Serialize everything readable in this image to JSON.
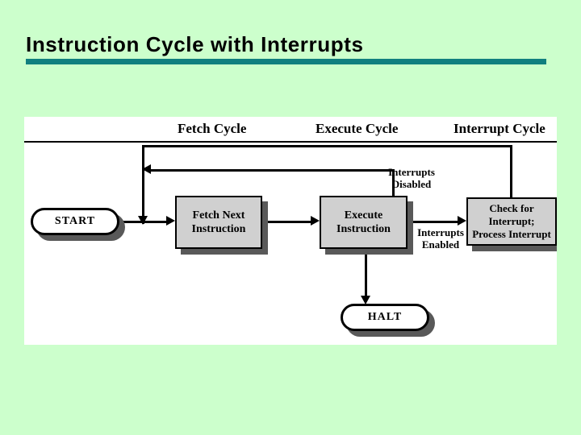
{
  "slide": {
    "title": "Instruction Cycle with Interrupts",
    "accent_color": "#117f7f",
    "background_color": "#ccffcc",
    "panel_color": "#ffffff"
  },
  "diagram": {
    "type": "flowchart",
    "column_headers": [
      {
        "id": "fetch-cycle",
        "label": "Fetch Cycle"
      },
      {
        "id": "execute-cycle",
        "label": "Execute Cycle"
      },
      {
        "id": "interrupt-cycle",
        "label": "Interrupt Cycle"
      }
    ],
    "nodes": [
      {
        "id": "start",
        "shape": "terminator",
        "label": "START"
      },
      {
        "id": "fetch-next-instruction",
        "shape": "process",
        "line1": "Fetch Next",
        "line2": "Instruction"
      },
      {
        "id": "execute-instruction",
        "shape": "process",
        "line1": "Execute",
        "line2": "Instruction"
      },
      {
        "id": "check-for-interrupt",
        "shape": "process",
        "line1": "Check for",
        "line2": "Interrupt;",
        "line3": "Process Interrupt"
      },
      {
        "id": "halt",
        "shape": "terminator",
        "label": "HALT"
      }
    ],
    "edge_labels": [
      {
        "id": "interrupts-disabled",
        "line1": "Interrupts",
        "line2": "Disabled"
      },
      {
        "id": "interrupts-enabled",
        "line1": "Interrupts",
        "line2": "Enabled"
      }
    ]
  }
}
